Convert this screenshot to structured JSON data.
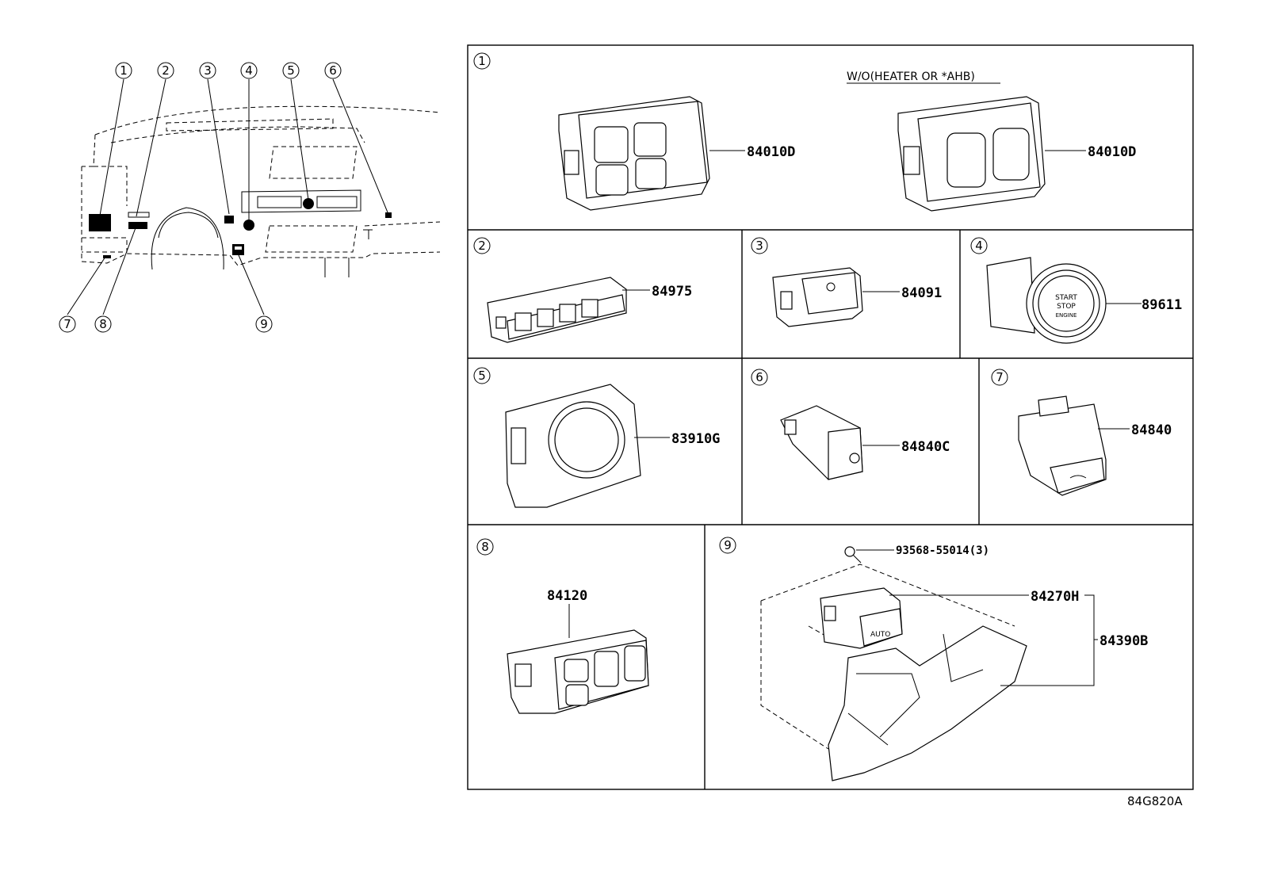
{
  "overview": {
    "callouts": [
      "1",
      "2",
      "3",
      "4",
      "5",
      "6",
      "7",
      "8",
      "9"
    ]
  },
  "panels": [
    {
      "number": "1",
      "note": "W/O(HEATER OR *AHB)",
      "parts": [
        "84010D",
        "84010D"
      ]
    },
    {
      "number": "2",
      "parts": [
        "84975"
      ]
    },
    {
      "number": "3",
      "parts": [
        "84091"
      ]
    },
    {
      "number": "4",
      "parts": [
        "89611"
      ],
      "button_text": [
        "START",
        "STOP",
        "ENGINE"
      ]
    },
    {
      "number": "5",
      "parts": [
        "83910G"
      ]
    },
    {
      "number": "6",
      "parts": [
        "84840C"
      ]
    },
    {
      "number": "7",
      "parts": [
        "84840"
      ]
    },
    {
      "number": "8",
      "parts": [
        "84120"
      ]
    },
    {
      "number": "9",
      "parts": [
        "93568-55014(3)",
        "84270H",
        "84390B"
      ],
      "button_text": [
        "AUTO"
      ]
    }
  ],
  "diagram_code": "84G820A"
}
